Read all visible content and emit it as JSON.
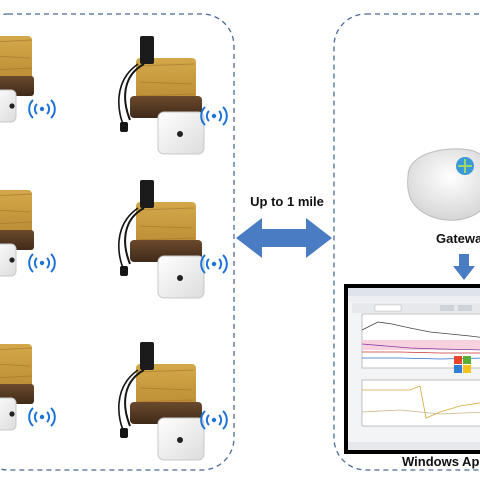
{
  "diagram": {
    "range_label": "Up to 1 mile",
    "gateway_label": "Gateway",
    "app_label": "Windows App",
    "colors": {
      "arrow": "#4a7cc4",
      "panel_border": "#4a6a9a",
      "text": "#111111"
    }
  },
  "sensor_units": [
    {
      "icon": "rockwool-sensor-unit"
    },
    {
      "icon": "rockwool-sensor-unit"
    },
    {
      "icon": "rockwool-sensor-unit"
    },
    {
      "icon": "rockwool-sensor-unit"
    },
    {
      "icon": "rockwool-sensor-unit"
    },
    {
      "icon": "rockwool-sensor-unit"
    }
  ],
  "software_window": {
    "icon": "software-screenshot"
  }
}
